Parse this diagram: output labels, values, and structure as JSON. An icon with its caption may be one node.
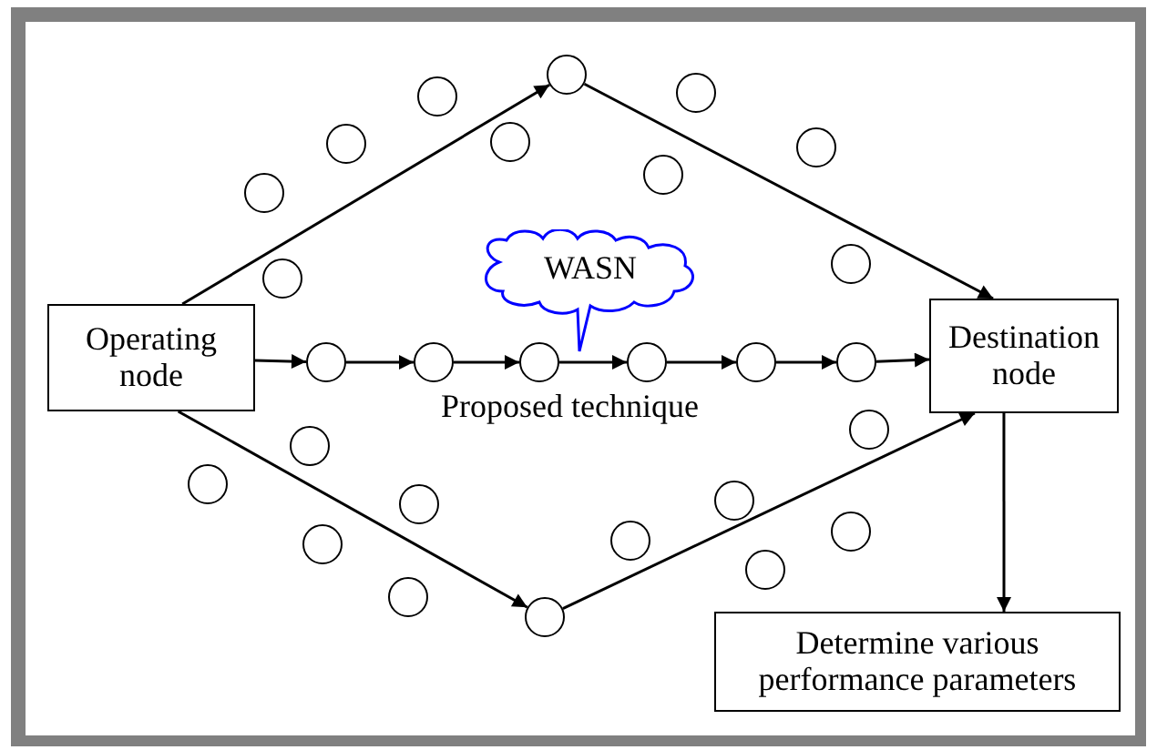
{
  "diagram": {
    "nodes": [
      {
        "text": [],
        "shape": "circle"
      },
      {
        "text": [],
        "shape": "circle"
      },
      {
        "text": [],
        "shape": "circle"
      },
      {
        "text": [],
        "shape": "circle"
      },
      {
        "text": [],
        "shape": "circle"
      },
      {
        "text": [],
        "shape": "circle"
      },
      {
        "text": [],
        "shape": "circle"
      },
      {
        "text": [],
        "shape": "circle"
      },
      {
        "text": [
          "WASN"
        ]
      },
      {
        "text": [],
        "shape": "circle"
      },
      {
        "text": [],
        "shape": "circle"
      },
      {
        "text": [
          "Operating node"
        ]
      },
      {
        "text": [],
        "shape": "circle"
      },
      {
        "text": [],
        "shape": "circle"
      },
      {
        "text": [],
        "shape": "circle"
      },
      {
        "text": [],
        "shape": "circle"
      },
      {
        "text": [],
        "shape": "circle"
      },
      {
        "text": [],
        "shape": "circle"
      },
      {
        "text": [
          "Destination node"
        ]
      },
      {
        "text": [],
        "shape": "circle"
      },
      {
        "text": [],
        "shape": "circle"
      },
      {
        "text": [],
        "shape": "circle"
      },
      {
        "text": [],
        "shape": "circle"
      },
      {
        "text": [],
        "shape": "circle"
      },
      {
        "text": [],
        "shape": "circle"
      },
      {
        "text": [],
        "shape": "circle"
      },
      {
        "text": [],
        "shape": "circle"
      },
      {
        "text": [],
        "shape": "circle"
      },
      {
        "text": [],
        "shape": "circle"
      },
      {
        "text": [],
        "shape": "circle"
      },
      {
        "text": [
          "Determine various performance parameters"
        ]
      }
    ],
    "edges": [
      {
        "from": 11,
        "to": 0,
        "arrow": "to"
      },
      {
        "from": 0,
        "to": 18,
        "arrow": "to"
      },
      {
        "from": 11,
        "to": 29,
        "arrow": "to"
      },
      {
        "from": 29,
        "to": 18,
        "arrow": "to"
      },
      {
        "from": 11,
        "to": 12,
        "arrow": "to"
      },
      {
        "from": 12,
        "to": 13,
        "arrow": "to"
      },
      {
        "from": 13,
        "to": 14,
        "arrow": "to"
      },
      {
        "from": 14,
        "to": 15,
        "arrow": "to"
      },
      {
        "from": 15,
        "to": 16,
        "arrow": "to"
      },
      {
        "from": 16,
        "to": 17,
        "arrow": "to"
      },
      {
        "from": 17,
        "to": 18,
        "arrow": "to"
      },
      {
        "from": 18,
        "to": 30,
        "arrow": "to"
      }
    ],
    "labels": [
      "Proposed technique"
    ]
  }
}
